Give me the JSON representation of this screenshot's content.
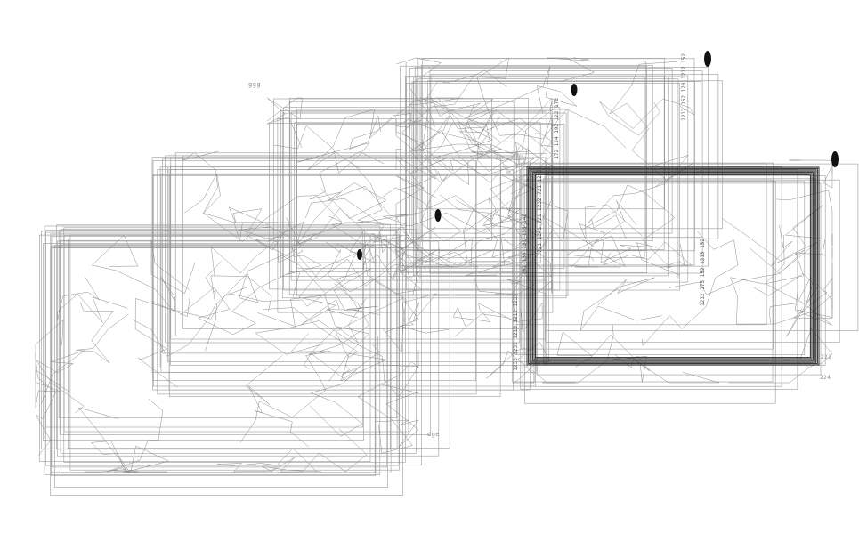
{
  "artwork": {
    "labels": {
      "top_left": "ggg",
      "bottom_center": "dge",
      "corner_a": "222",
      "corner_b": "224"
    },
    "annotations": {
      "column_top_right": "1212 152 123 1212 152",
      "column_upper": "172 124 192 122 173",
      "column_middle": "721 1241 721 1232 721 1242",
      "column_side": "161 133 131 135 142",
      "panel_note": "1212 175 152 1213 152",
      "column_lower": "1232 1233 1210 1212 1233"
    },
    "colors": {
      "background": "#ffffff",
      "line": "#8c8c8c",
      "dark_line": "#2b2b2b",
      "blot": "#111111"
    }
  }
}
